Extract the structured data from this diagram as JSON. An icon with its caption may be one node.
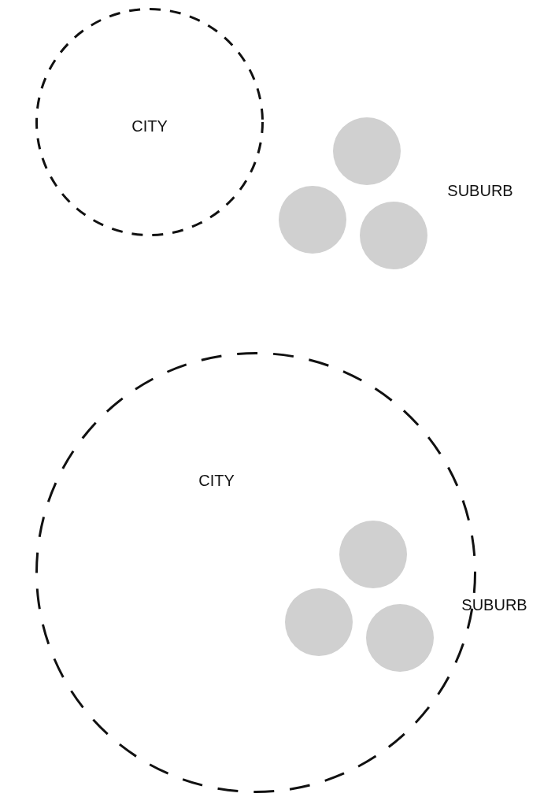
{
  "diagram": {
    "nodes": [
      {
        "text": [
          "CITY"
        ]
      },
      {
        "text": [],
        "shape": "circle"
      },
      {
        "text": [],
        "shape": "circle"
      },
      {
        "text": [],
        "shape": "circle"
      },
      {
        "text": [
          "CITY"
        ]
      },
      {
        "text": [],
        "shape": "circle",
        "in": 4
      },
      {
        "text": [],
        "shape": "circle",
        "in": 4
      },
      {
        "text": [],
        "shape": "circle",
        "in": 4
      }
    ],
    "edges": [],
    "labels": [
      "SUBURB",
      "SUBURB"
    ]
  }
}
